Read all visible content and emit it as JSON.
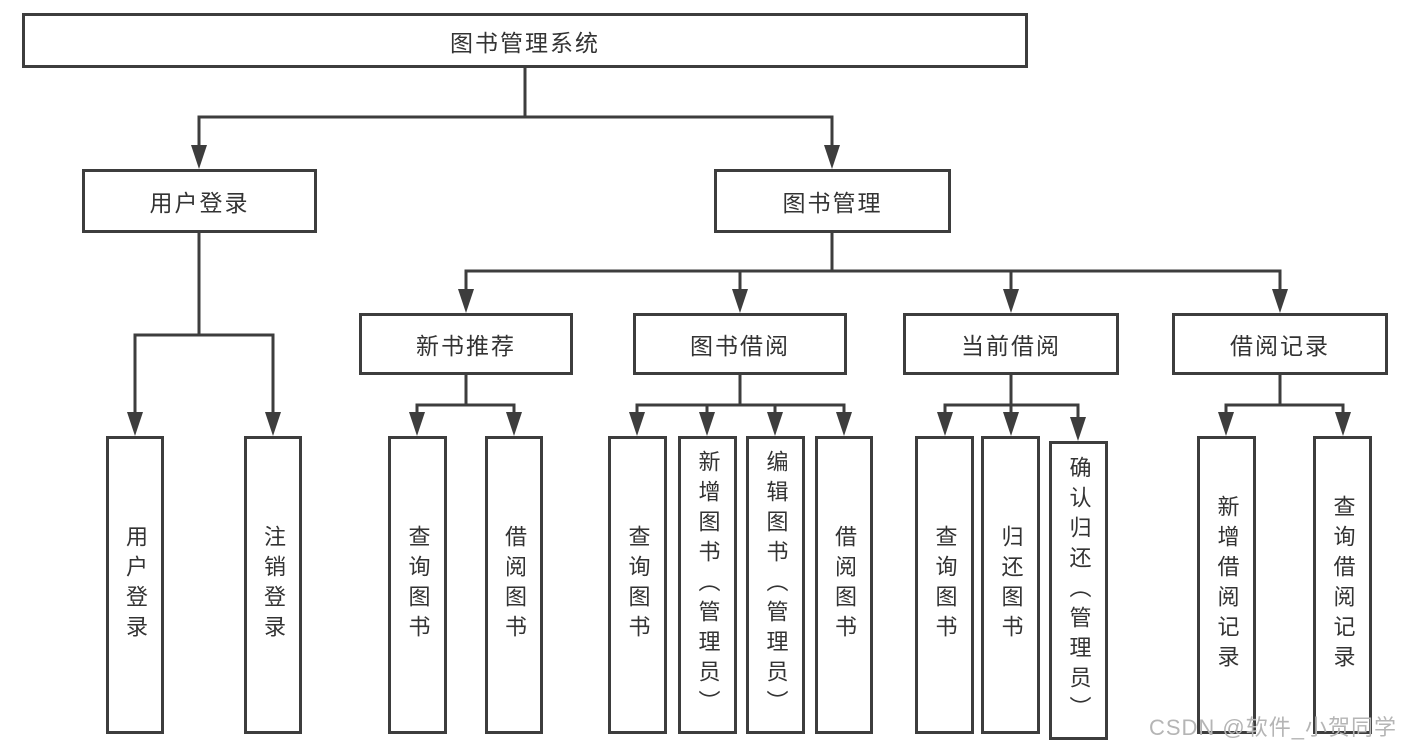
{
  "diagram": {
    "title_node": {
      "label": "图书管理系统"
    },
    "level2": [
      {
        "label": "用户登录"
      },
      {
        "label": "图书管理"
      }
    ],
    "level3": [
      {
        "label": "新书推荐"
      },
      {
        "label": "图书借阅"
      },
      {
        "label": "当前借阅"
      },
      {
        "label": "借阅记录"
      }
    ],
    "leaves": {
      "user_login": [
        "用户登录",
        "注销登录"
      ],
      "new_book_rec": [
        "查询图书",
        "借阅图书"
      ],
      "book_borrow": [
        "查询图书",
        "新增图书（管理员）",
        "编辑图书（管理员）",
        "借阅图书"
      ],
      "current_borrow": [
        "查询图书",
        "归还图书",
        "确认归还（管理员）"
      ],
      "borrow_records": [
        "新增借阅记录",
        "查询借阅记录"
      ]
    }
  },
  "watermark": {
    "text": "CSDN @软件_小贺同学"
  },
  "colors": {
    "line": "#3d3d3d",
    "box_border": "#3d3d3d",
    "text": "#333333",
    "watermark": "#b5b5b5",
    "background": "#ffffff"
  }
}
